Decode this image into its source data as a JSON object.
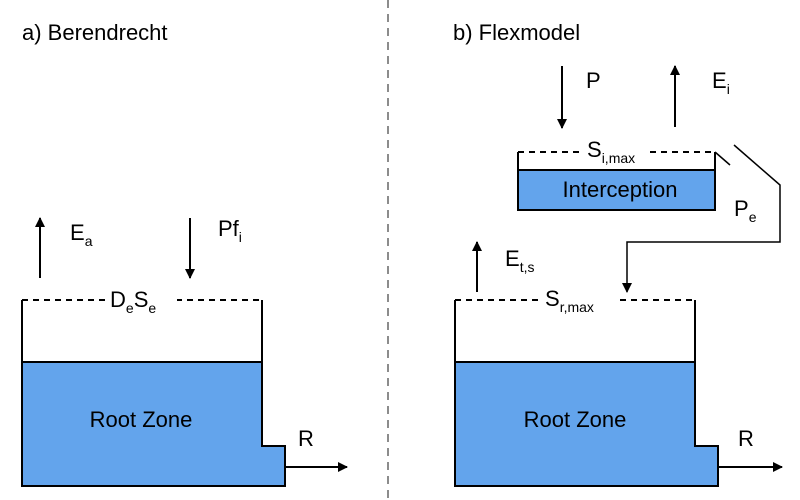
{
  "panel_a": {
    "title": "a) Berendrecht",
    "flux_up": {
      "main": "E",
      "sub": "a"
    },
    "flux_down": {
      "main": "Pf",
      "sub": "i"
    },
    "storage": {
      "p1": "D",
      "s1": "e",
      "p2": "S",
      "s2": "e"
    },
    "reservoir_label": "Root Zone",
    "runoff": "R"
  },
  "panel_b": {
    "title": "b) Flexmodel",
    "precip": "P",
    "interception_evap": {
      "main": "E",
      "sub": "i"
    },
    "interception_capacity": {
      "main": "S",
      "sub": "i,max"
    },
    "interception_label": "Interception",
    "effective_precip": {
      "main": "P",
      "sub": "e"
    },
    "transpiration": {
      "main": "E",
      "sub": "t,s"
    },
    "rootzone_capacity": {
      "main": "S",
      "sub": "r,max"
    },
    "reservoir_label": "Root Zone",
    "runoff": "R"
  },
  "colors": {
    "water": "#63a4ec",
    "stroke": "#000000",
    "divider": "#666666"
  },
  "icons": {
    "arrow_up": "arrow-up-icon",
    "arrow_down": "arrow-down-icon",
    "arrow_right": "arrow-right-icon"
  }
}
